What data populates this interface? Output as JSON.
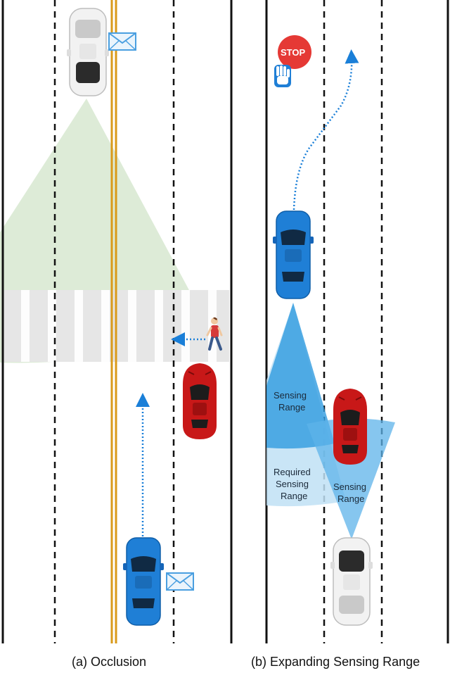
{
  "panels": {
    "left": {
      "caption": "(a) Occlusion"
    },
    "right": {
      "caption": "(b) Expanding Sensing Range",
      "zones": {
        "sensing_range_1": [
          "Sensing",
          "Range"
        ],
        "required_sensing_range": [
          "Required",
          "Sensing",
          "Range"
        ],
        "sensing_range_2": [
          "Sensing",
          "Range"
        ]
      },
      "stop_sign": "STOP"
    }
  },
  "colors": {
    "road_line": "#111111",
    "center_line": "#d99a1a",
    "sensing_green": "#cfe3c8",
    "sensing_blue": "#2f9be0",
    "arrow_blue": "#1a7fd8",
    "blue_car": "#1f7fd6",
    "red_car": "#c81818",
    "white_car": "#f2f2f2",
    "stop_red": "#e53935"
  },
  "icons": [
    "white-suv-icon",
    "blue-car-icon",
    "red-sports-car-icon",
    "pedestrian-icon",
    "envelope-icon",
    "stop-sign-icon",
    "hand-icon"
  ]
}
